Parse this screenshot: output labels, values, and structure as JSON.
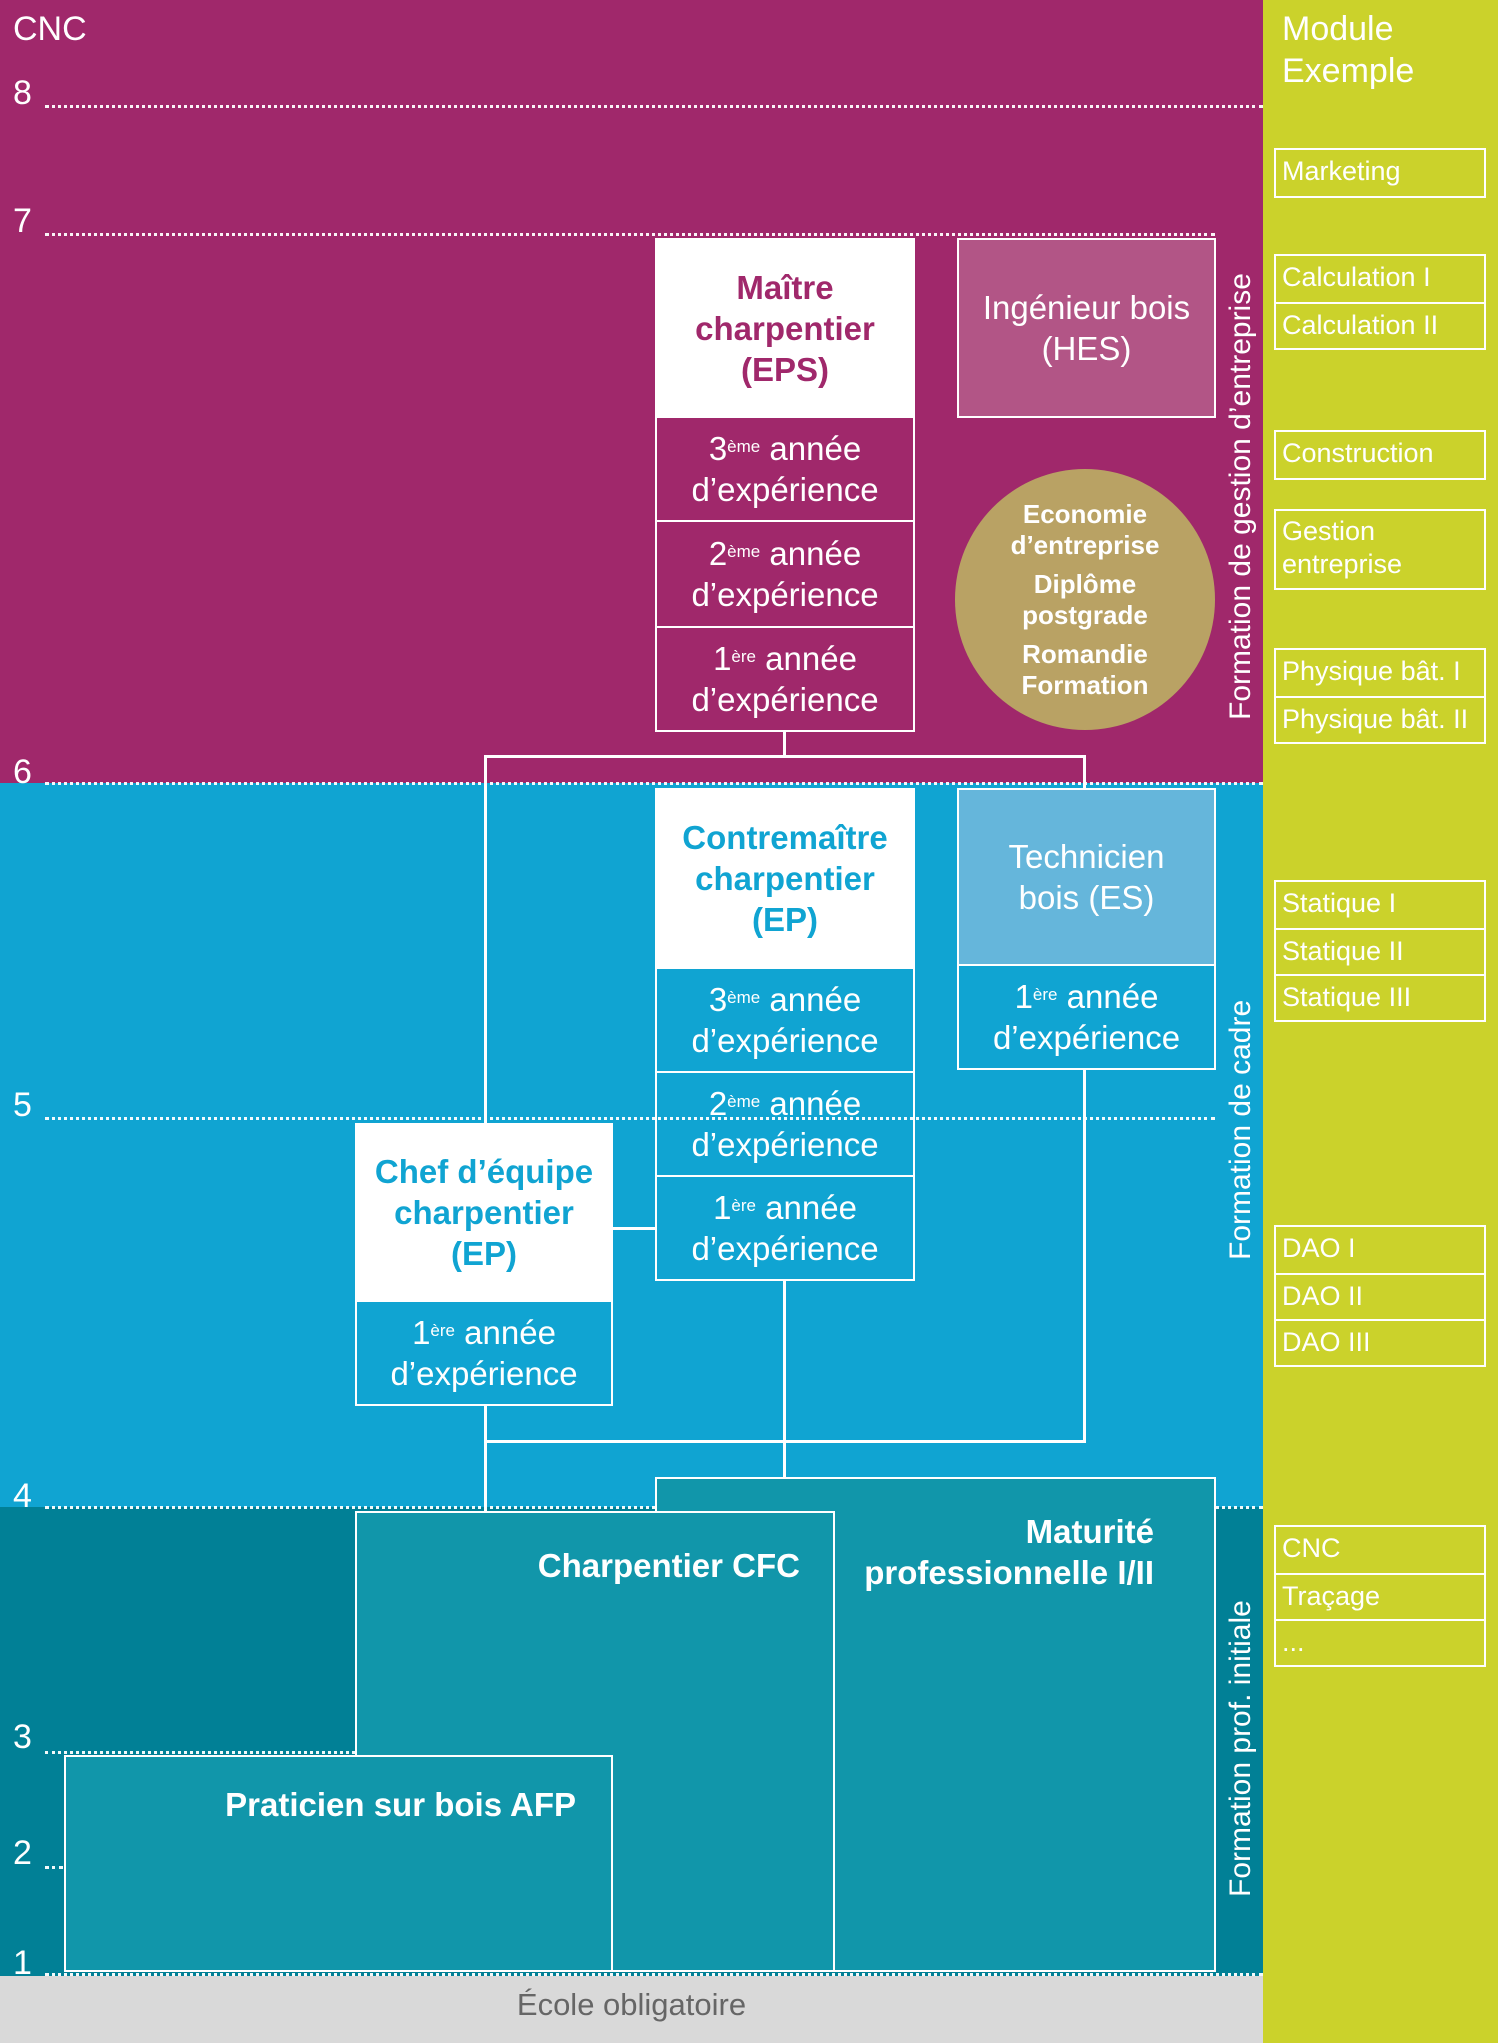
{
  "axis": {
    "title": "CNC",
    "levels": [
      "8",
      "7",
      "6",
      "5",
      "4",
      "3",
      "2",
      "1"
    ]
  },
  "colors": {
    "management": "#a0286b",
    "cadre": "#10a4d2",
    "initial": "#018096",
    "modules": "#cbd22b",
    "circle": "#b9a264",
    "school": "#d9d9d9"
  },
  "bands": {
    "management_label": "Formation de gestion d’entreprise",
    "cadre_label": "Formation de cadre",
    "initial_label": "Formation prof. initiale",
    "school_label": "École obligatoire"
  },
  "maitre": {
    "title_lines": [
      "Maître",
      "charpentier",
      "(EPS)"
    ],
    "years": [
      {
        "num": "3",
        "sup": "ème",
        "line1": "année",
        "line2": "d’expérience"
      },
      {
        "num": "2",
        "sup": "ème",
        "line1": "année",
        "line2": "d’expérience"
      },
      {
        "num": "1",
        "sup": "ère",
        "line1": "année",
        "line2": "d’expérience"
      }
    ]
  },
  "ingenieur": {
    "lines": [
      "Ingénieur bois",
      "(HES)"
    ]
  },
  "circle": {
    "groups": [
      [
        "Economie",
        "d’entreprise"
      ],
      [
        "Diplôme",
        "postgrade"
      ],
      [
        "Romandie",
        "Formation"
      ]
    ]
  },
  "contremaitre": {
    "title_lines": [
      "Contremaître",
      "charpentier",
      "(EP)"
    ],
    "years": [
      {
        "num": "3",
        "sup": "ème",
        "line1": "année",
        "line2": "d’expérience"
      },
      {
        "num": "2",
        "sup": "ème",
        "line1": "année",
        "line2": "d’expérience"
      },
      {
        "num": "1",
        "sup": "ère",
        "line1": "année",
        "line2": "d’expérience"
      }
    ]
  },
  "technicien": {
    "title_lines": [
      "Technicien",
      "bois (ES)"
    ],
    "years": [
      {
        "num": "1",
        "sup": "ère",
        "line1": "année",
        "line2": "d’expérience"
      }
    ]
  },
  "chef": {
    "title_lines": [
      "Chef d’équipe",
      "charpentier",
      "(EP)"
    ],
    "years": [
      {
        "num": "1",
        "sup": "ère",
        "line1": "année",
        "line2": "d’expérience"
      }
    ]
  },
  "initial": {
    "maturite_lines": [
      "Maturité",
      "professionnelle I/II"
    ],
    "cfc": "Charpentier CFC",
    "afp": "Praticien sur bois AFP"
  },
  "modules": {
    "header_lines": [
      "Module",
      "Exemple"
    ],
    "groups": [
      [
        "Marketing"
      ],
      [
        "Calculation I",
        "Calculation II"
      ],
      [
        "Construction"
      ],
      [
        "Gestion entreprise"
      ],
      [
        "Physique bât. I",
        "Physique bât. II"
      ],
      [
        "Statique I",
        "Statique II",
        "Statique III"
      ],
      [
        "DAO I",
        "DAO II",
        "DAO III"
      ],
      [
        "CNC",
        "Traçage",
        "..."
      ]
    ]
  }
}
